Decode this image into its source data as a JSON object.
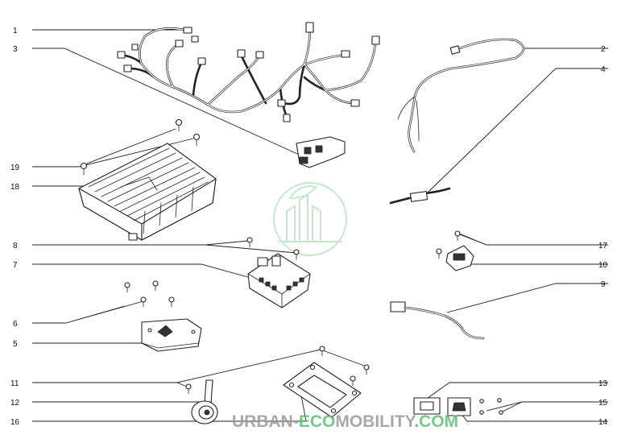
{
  "callouts": {
    "n1": "1",
    "n2": "2",
    "n3": "3",
    "n4": "4",
    "n5": "5",
    "n6": "6",
    "n7": "7",
    "n8": "8",
    "n9": "9",
    "n10": "10",
    "n11": "11",
    "n12": "12",
    "n13": "13",
    "n14": "14",
    "n15": "15",
    "n16": "16",
    "n17": "17",
    "n18": "18",
    "n19": "19"
  },
  "watermark": {
    "part1": "URBAN-",
    "part2": "ECO",
    "part3": "MOBILITY",
    "part4": ".COM",
    "color_gray": "#9a9a9a",
    "color_green": "#5cbf72"
  }
}
